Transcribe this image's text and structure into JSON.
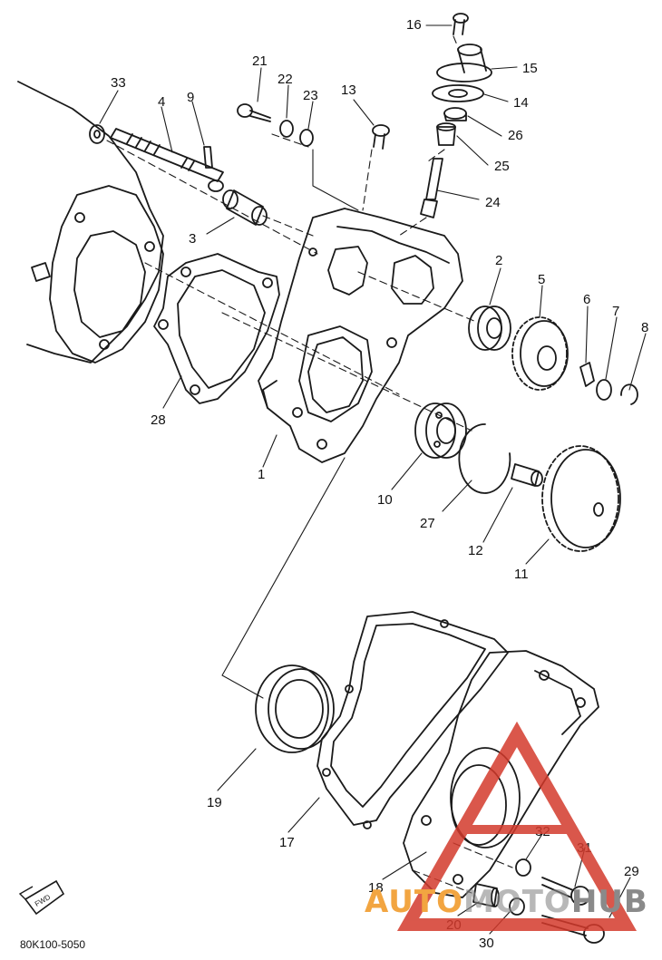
{
  "diagram": {
    "part_labels": [
      {
        "num": "16"
      },
      {
        "num": "21"
      },
      {
        "num": "22"
      },
      {
        "num": "23"
      },
      {
        "num": "13"
      },
      {
        "num": "15"
      },
      {
        "num": "14"
      },
      {
        "num": "26"
      },
      {
        "num": "25"
      },
      {
        "num": "24"
      },
      {
        "num": "33"
      },
      {
        "num": "4"
      },
      {
        "num": "9"
      },
      {
        "num": "3"
      },
      {
        "num": "2"
      },
      {
        "num": "5"
      },
      {
        "num": "6"
      },
      {
        "num": "7"
      },
      {
        "num": "8"
      },
      {
        "num": "28"
      },
      {
        "num": "1"
      },
      {
        "num": "10"
      },
      {
        "num": "27"
      },
      {
        "num": "12"
      },
      {
        "num": "11"
      },
      {
        "num": "19"
      },
      {
        "num": "17"
      },
      {
        "num": "32"
      },
      {
        "num": "31"
      },
      {
        "num": "18"
      },
      {
        "num": "29"
      },
      {
        "num": "20"
      },
      {
        "num": "30"
      }
    ],
    "diagram_code": "80K100-5050",
    "fwd_badge": "FWD",
    "watermark": {
      "part1": "AUTO",
      "part2": "MOTO",
      "part3": "HUB"
    }
  },
  "colors": {
    "ink": "#1a1a1a",
    "watermark_red": "#d33a2c",
    "watermark_orange": "#f2a541",
    "watermark_gray": "#8a8a8a"
  }
}
